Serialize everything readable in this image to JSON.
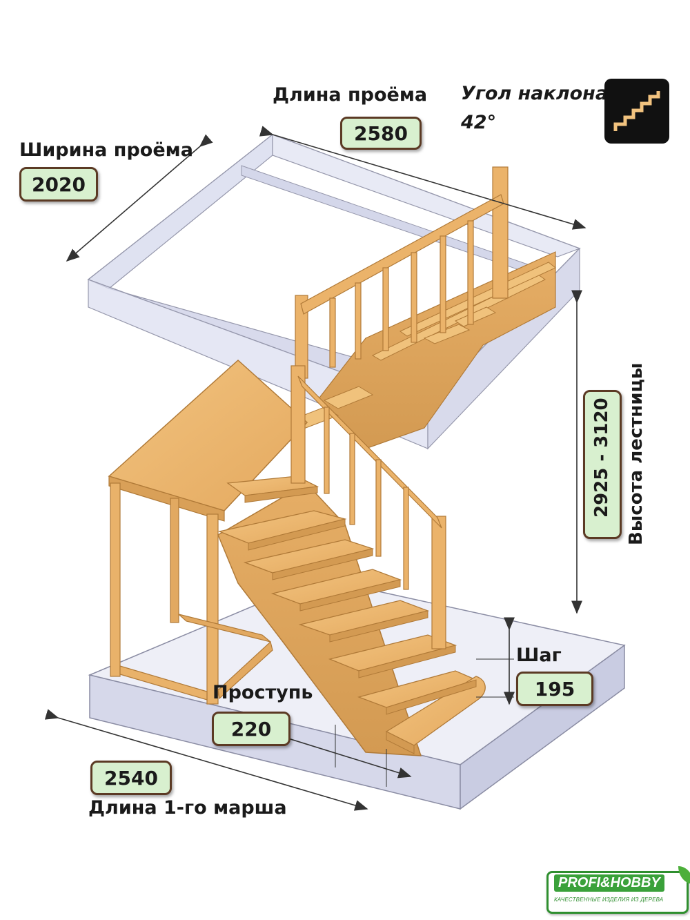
{
  "labels": {
    "opening_length": "Длина проёма",
    "opening_width": "Ширина проёма",
    "angle_title": "Угол наклона",
    "angle_value": "42°",
    "stair_height": "Высота лестницы",
    "step": "Шаг",
    "tread": "Проступь",
    "first_flight_length": "Длина 1-го марша"
  },
  "dimensions": {
    "opening_length": "2580",
    "opening_width": "2020",
    "stair_height": "2925 - 3120",
    "step": "195",
    "tread": "220",
    "first_flight_length": "2540"
  },
  "logo": {
    "brand": "PROFI&HOBBY",
    "tagline": "КАЧЕСТВЕННЫЕ ИЗДЕЛИЯ ИЗ ДЕРЕВА"
  },
  "colors": {
    "wood": "#e8b46c",
    "wood_dark": "#c98d45",
    "wood_light": "#f3cd8e",
    "glass": "#d9dcef",
    "badge_fill": "#d8f0cf",
    "badge_border": "#5b3a24",
    "brand_green": "#3aa13a"
  }
}
